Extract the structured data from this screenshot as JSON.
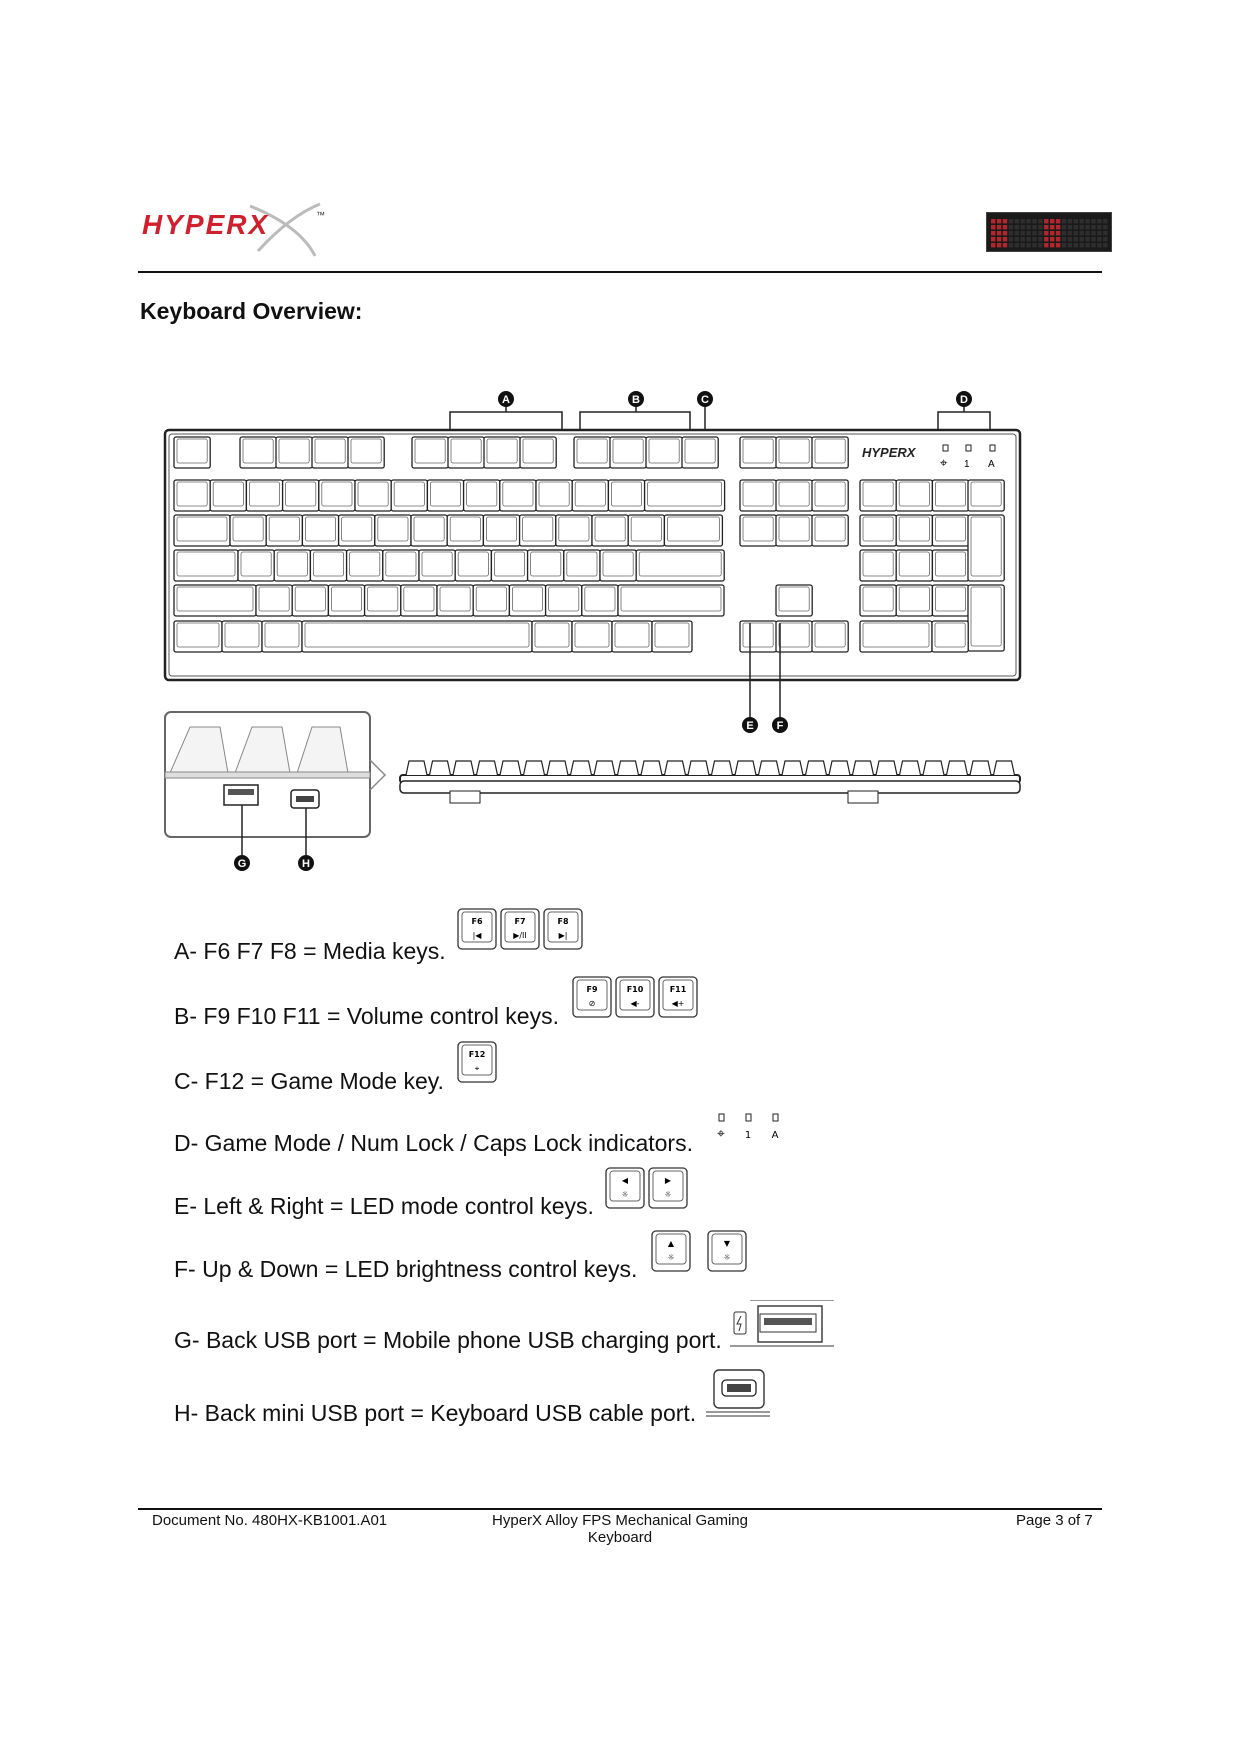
{
  "header": {
    "logo_text": "HYPERX",
    "logo_tm": "™"
  },
  "section_title": "Keyboard Overview:",
  "diagram": {
    "callouts": [
      "A",
      "B",
      "C",
      "D",
      "E",
      "F",
      "G",
      "H"
    ],
    "brand_on_board": "HYPERX",
    "indicator_labels": [
      "1",
      "A"
    ]
  },
  "items": [
    {
      "text": "A-  F6 F7 F8 = Media keys.",
      "keys": [
        {
          "top": "F6",
          "sub": "|◀"
        },
        {
          "top": "F7",
          "sub": "▶/II"
        },
        {
          "top": "F8",
          "sub": "▶|"
        }
      ]
    },
    {
      "text": "B-  F9 F10 F11 = Volume control keys.",
      "keys": [
        {
          "top": "F9",
          "sub": "⊘"
        },
        {
          "top": "F10",
          "sub": "◀-"
        },
        {
          "top": "F11",
          "sub": "◀+"
        }
      ]
    },
    {
      "text": "C-  F12 = Game Mode key.",
      "keys": [
        {
          "top": "F12",
          "sub": "⌖"
        }
      ]
    },
    {
      "text": "D-  Game Mode / Num Lock / Caps Lock indicators.",
      "indicators": [
        "⌖",
        "1",
        "A"
      ]
    },
    {
      "text": "E-  Left & Right = LED mode control keys.",
      "keys": [
        {
          "top": "◀",
          "sub": "☼"
        },
        {
          "top": "▶",
          "sub": "☼"
        }
      ]
    },
    {
      "text": "F-  Up & Down = LED brightness control keys.",
      "keys": [
        {
          "top": "▲",
          "sub": "☼"
        },
        {
          "top": "▼",
          "sub": "☼"
        }
      ]
    },
    {
      "text": "G- Back USB port = Mobile phone USB charging port."
    },
    {
      "text": "H-  Back mini USB port = Keyboard USB cable port."
    }
  ],
  "footer": {
    "doc": "Document No. 480HX-KB1001.A01",
    "title_line1": "HyperX Alloy FPS Mechanical Gaming",
    "title_line2": "Keyboard",
    "page": "Page 3 of 7"
  },
  "colors": {
    "brand_red": "#d0202e",
    "ink": "#111111"
  }
}
